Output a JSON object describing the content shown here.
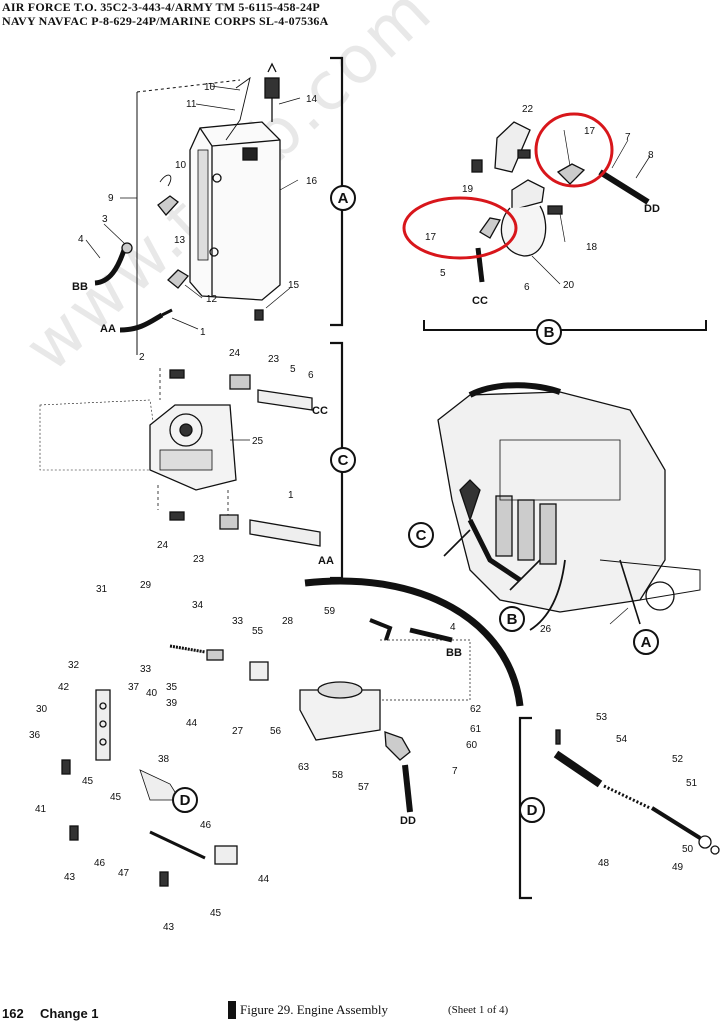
{
  "header": {
    "line1": "AIR FORCE T.O. 35C2-3-443-4/ARMY TM 5-6115-458-24P",
    "line2": "NAVY NAVFAC P-8-629-24P/MARINE CORPS SL-4-07536A"
  },
  "watermark": "www.tpub.com",
  "footer": {
    "page_number": "162",
    "change": "Change 1",
    "caption": "Figure 29.  Engine Assembly",
    "sheet": "(Sheet 1 of 4)"
  },
  "sections": {
    "a": "A",
    "b": "B",
    "c": "C",
    "d": "D"
  },
  "callout_color": "#d8161b",
  "labels": {
    "n1a": "1",
    "n1b": "1",
    "n2": "2",
    "n3": "3",
    "n4a": "4",
    "n4b": "4",
    "n5a": "5",
    "n5b": "5",
    "n6a": "6",
    "n6b": "6",
    "n7a": "7",
    "n7b": "7",
    "n8": "8",
    "n9": "9",
    "n10a": "10",
    "n10b": "10",
    "n11": "11",
    "n12": "12",
    "n13": "13",
    "n14": "14",
    "n15": "15",
    "n16": "16",
    "n17a": "17",
    "n17b": "17",
    "n18": "18",
    "n19": "19",
    "n20": "20",
    "n22": "22",
    "n23a": "23",
    "n23b": "23",
    "n24a": "24",
    "n24b": "24",
    "n25": "25",
    "n26": "26",
    "n27": "27",
    "n28": "28",
    "n29": "29",
    "n30": "30",
    "n31": "31",
    "n32": "32",
    "n33a": "33",
    "n33b": "33",
    "n34": "34",
    "n35": "35",
    "n36": "36",
    "n37": "37",
    "n38": "38",
    "n39": "39",
    "n40": "40",
    "n41": "41",
    "n42": "42",
    "n43a": "43",
    "n43b": "43",
    "n44a": "44",
    "n44b": "44",
    "n45a": "45",
    "n45b": "45",
    "n45c": "45",
    "n46a": "46",
    "n46b": "46",
    "n47": "47",
    "n48": "48",
    "n49": "49",
    "n50": "50",
    "n51": "51",
    "n52": "52",
    "n53": "53",
    "n54": "54",
    "n55": "55",
    "n56": "56",
    "n57": "57",
    "n58": "58",
    "n59": "59",
    "n60": "60",
    "n61": "61",
    "n62": "62",
    "n63": "63",
    "bb1": "BB",
    "bb2": "BB",
    "aa1": "AA",
    "aa2": "AA",
    "cc1": "CC",
    "cc2": "CC",
    "dd1": "DD",
    "dd2": "DD"
  }
}
